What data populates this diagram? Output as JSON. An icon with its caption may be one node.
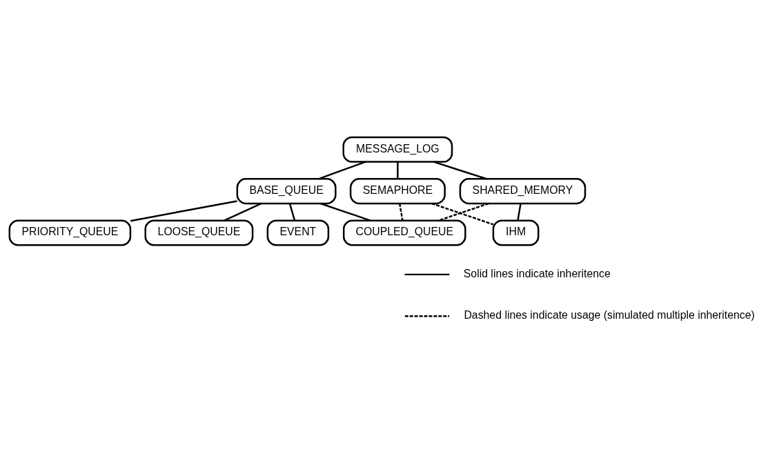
{
  "diagram": {
    "nodes": [
      {
        "text": [
          "MESSAGE_LOG"
        ]
      },
      {
        "text": [
          "BASE_QUEUE"
        ]
      },
      {
        "text": [
          "SHARED_MEMORY"
        ]
      },
      {
        "text": [
          "SEMAPHORE"
        ]
      },
      {
        "text": [
          "PRIORITY_QUEUE"
        ]
      },
      {
        "text": [
          "IHM"
        ]
      },
      {
        "text": [
          "LOOSE_QUEUE"
        ]
      },
      {
        "text": [
          "EVENT"
        ]
      },
      {
        "text": [
          "COUPLED_QUEUE"
        ]
      }
    ],
    "edges": [
      {
        "from": 0,
        "to": 1,
        "arrow": "none"
      },
      {
        "from": 0,
        "to": 2,
        "arrow": "none"
      },
      {
        "from": 0,
        "to": 3,
        "arrow": "none"
      },
      {
        "from": 1,
        "to": 4,
        "arrow": "none"
      },
      {
        "from": 1,
        "to": 6,
        "arrow": "none"
      },
      {
        "from": 1,
        "to": 7,
        "arrow": "none"
      },
      {
        "from": 1,
        "to": 8,
        "arrow": "none"
      },
      {
        "from": 2,
        "to": 5,
        "arrow": "none"
      },
      {
        "from": 2,
        "to": 8,
        "arrow": "none",
        "style": "dashed"
      },
      {
        "from": 3,
        "to": 5,
        "arrow": "none",
        "style": "dashed"
      },
      {
        "from": 3,
        "to": 8,
        "arrow": "none",
        "style": "dashed"
      }
    ],
    "legend": [
      {
        "text": "Solid lines indicate inheritence"
      },
      {
        "text": "Dashed lines indicate usage (simulated multiple inheritence)"
      }
    ]
  }
}
